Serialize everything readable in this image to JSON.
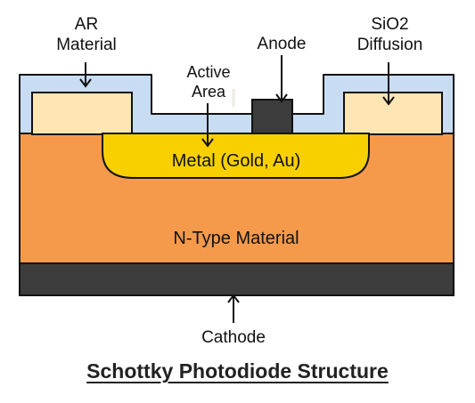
{
  "title": "Schottky Photodiode Structure",
  "labels": {
    "ar_material": [
      "AR",
      "Material"
    ],
    "sio2_diffusion": [
      "SiO2",
      "Diffusion"
    ],
    "anode": "Anode",
    "active_area": [
      "Active",
      "Area"
    ],
    "metal": "Metal (Gold, Au)",
    "n_type": "N-Type Material",
    "cathode": "Cathode"
  },
  "colors": {
    "ar_coating": "#c8dcf4",
    "sio2_block": "#fde5b4",
    "metal_gold": "#f8d000",
    "n_type": "#f59a4a",
    "cathode_contact": "#3c3c3c",
    "anode_contact": "#3c3c3c",
    "outline": "#111111"
  }
}
